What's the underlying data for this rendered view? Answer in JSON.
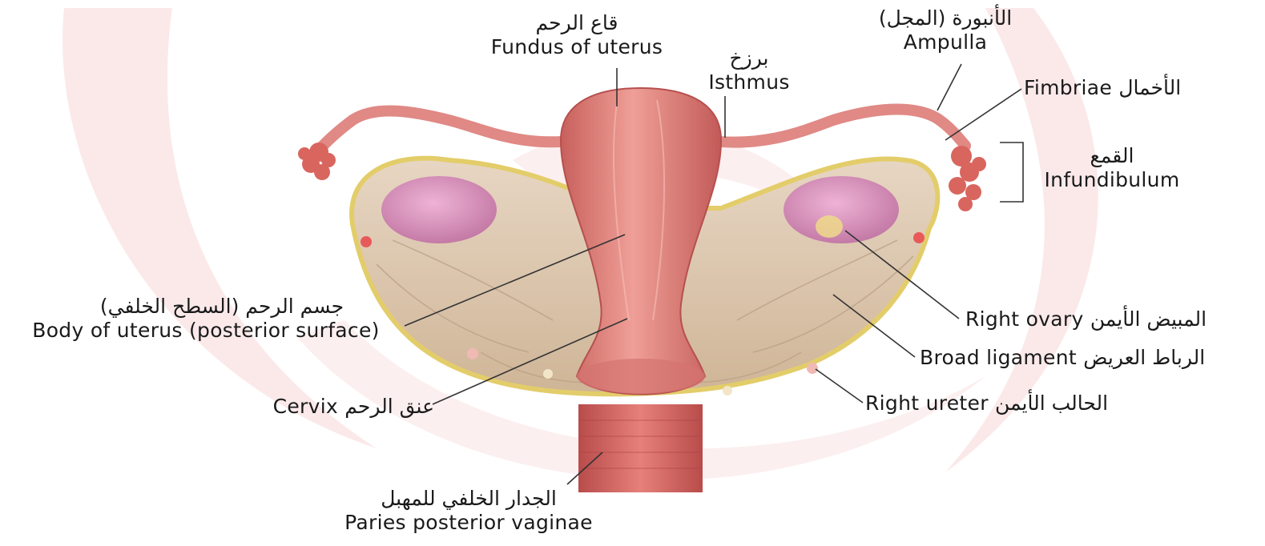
{
  "labels": {
    "fundus": {
      "ar": "قاع الرحم",
      "en": "Fundus of uterus"
    },
    "isthmus": {
      "ar": "برزخ",
      "en": "Isthmus"
    },
    "ampulla": {
      "ar": "الأنبورة (المجل)",
      "en": "Ampulla"
    },
    "fimbriae": {
      "line": "Fimbriae الأخمال"
    },
    "infundibulum": {
      "ar": "القمع",
      "en": "Infundibulum"
    },
    "body": {
      "ar": "جسم الرحم (السطح الخلفي)",
      "en": "Body of uterus (posterior surface)"
    },
    "right_ovary": {
      "line": "Right ovary المبيض الأيمن"
    },
    "broad_ligament": {
      "line": "Broad ligament الرباط العريض"
    },
    "cervix": {
      "line": "Cervix عنق الرحم"
    },
    "right_ureter": {
      "line": "Right ureter الحالب الأيمن"
    },
    "vagina": {
      "ar": "الجدار الخلفي للمهبل",
      "en": "Paries posterior vaginae"
    }
  },
  "colors": {
    "background": "#ffffff",
    "watermark": "#fbe9ea",
    "ligament": "#dcc5ad",
    "uterus": "#d9736e",
    "ovary": "#d98fb8",
    "tube": "#e08985",
    "fat_edge": "#ecd56a",
    "leader_line": "#333333"
  }
}
